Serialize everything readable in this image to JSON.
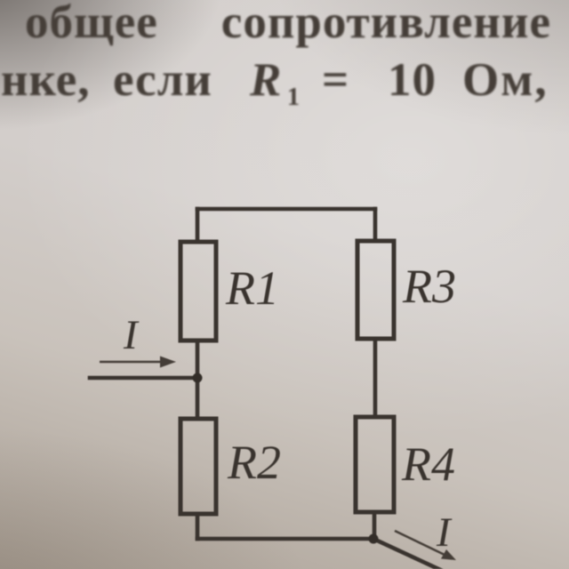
{
  "problem_text": {
    "line1": {
      "word1": "общее",
      "word2": "сопротивление"
    },
    "line2": {
      "fragment": "нке,",
      "word_if": "если",
      "resistance_symbol": "R",
      "resistance_subscript": "1",
      "equals_sign": "=",
      "value": "10",
      "unit": "Ом,"
    }
  },
  "circuit": {
    "labels": {
      "r1": "R1",
      "r2": "R2",
      "r3": "R3",
      "r4": "R4",
      "current_in": "I",
      "current_out": "I"
    }
  },
  "colors": {
    "paper_light": "#d3cecb",
    "paper_shadow": "#aaa095",
    "corner_shadow": "#574c43",
    "ink": "#39332e",
    "text_ink": "#453e38"
  }
}
